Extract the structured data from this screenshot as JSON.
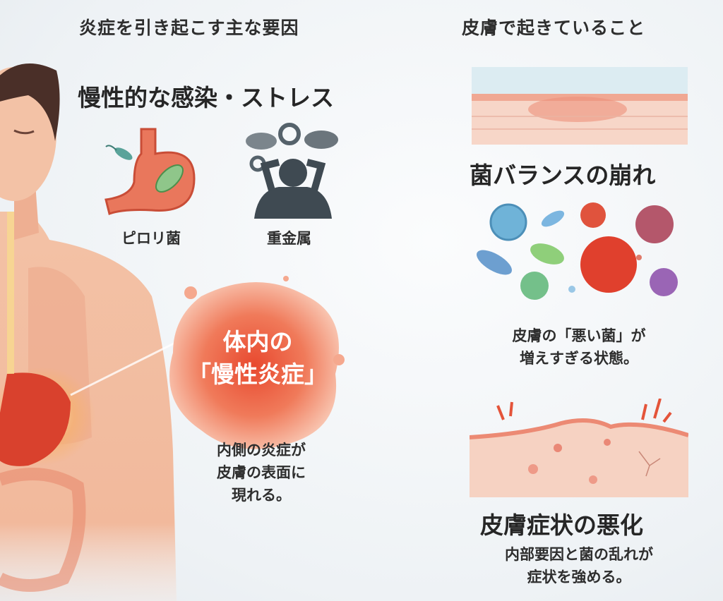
{
  "left_heading": "炎症を引き起こす主な要因",
  "right_heading": "皮膚で起きていること",
  "causes": {
    "title": "慢性的な感染・ストレス",
    "items": [
      {
        "label": "ピロリ菌",
        "icon": "stomach-bacteria-icon"
      },
      {
        "label": "重金属",
        "icon": "stressed-person-icon"
      }
    ]
  },
  "inflammation": {
    "title_line1": "体内の",
    "title_line2": "「慢性炎症」",
    "desc_lines": [
      "内側の炎症が",
      "皮膚の表面に",
      "現れる。"
    ]
  },
  "bacteria": {
    "title": "菌バランスの崩れ",
    "desc_lines": [
      "皮膚の「悪い菌」が",
      "増えすぎる状態。"
    ]
  },
  "symptoms": {
    "title": "皮膚症状の悪化",
    "desc_lines": [
      "内部要因と菌の乱れが",
      "症状を強める。"
    ]
  },
  "colors": {
    "accent": "#e4543a",
    "skin": "#f2b79a",
    "text": "#2b2b2b"
  }
}
